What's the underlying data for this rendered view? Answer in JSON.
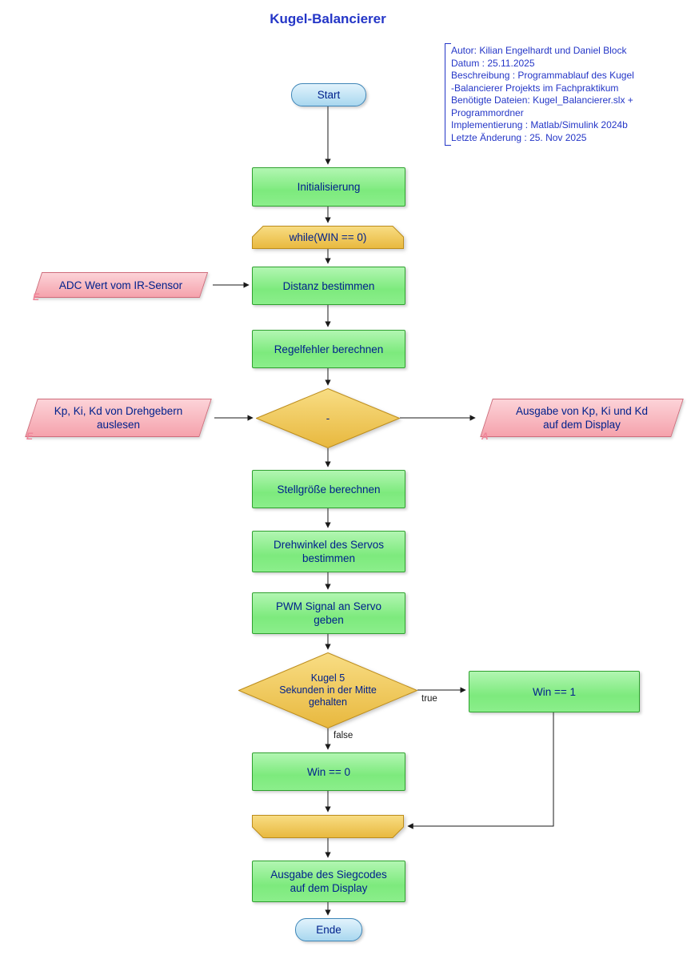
{
  "title": "Kugel-Balancierer",
  "annotation": {
    "lines": [
      "Autor: Kilian Engelhardt und Daniel Block",
      "Datum : 25.11.2025",
      "Beschreibung : Programmablauf des Kugel",
      "-Balancierer Projekts im Fachpraktikum",
      "Benötigte Dateien: Kugel_Balancierer.slx +",
      "Programmordner",
      "Implementierung : Matlab/Simulink 2024b",
      "Letzte Änderung : 25. Nov 2025"
    ]
  },
  "nodes": {
    "start": "Start",
    "init": "Initialisierung",
    "while_loop": "while(WIN == 0)",
    "distanz": "Distanz bestimmen",
    "adc_input": "ADC Wert vom IR-Sensor",
    "regelfehler": "Regelfehler berechnen",
    "diamond_minus": "-",
    "kp_input": "Kp, Ki, Kd von Drehgebern\nauslesen",
    "kp_output": "Ausgabe von Kp, Ki und Kd\nauf dem Display",
    "stellgroesse": "Stellgröße berechnen",
    "drehwinkel": "Drehwinkel des Servos\nbestimmen",
    "pwm": "PWM Signal an Servo\ngeben",
    "kugel_check": "Kugel 5\nSekunden in der Mitte\ngehalten",
    "win1": "Win == 1",
    "win0": "Win == 0",
    "siegcode": "Ausgabe des Siegcodes\nauf dem Display",
    "ende": "Ende"
  },
  "edge_labels": {
    "true_label": "true",
    "false_label": "false"
  },
  "io_markers": {
    "input": "E",
    "output": "A"
  },
  "colors": {
    "process_fill": "#8bee8b",
    "process_border": "#2fa12f",
    "decision_fill": "#efc85e",
    "decision_border": "#bd8d1c",
    "io_fill": "#f5a2ac",
    "io_border": "#cf6c7b",
    "terminal_fill": "#a9d7ef",
    "terminal_border": "#3f86b8",
    "node_text": "#00218c",
    "title_text": "#2436c7",
    "connector": "#1a1a1a"
  }
}
